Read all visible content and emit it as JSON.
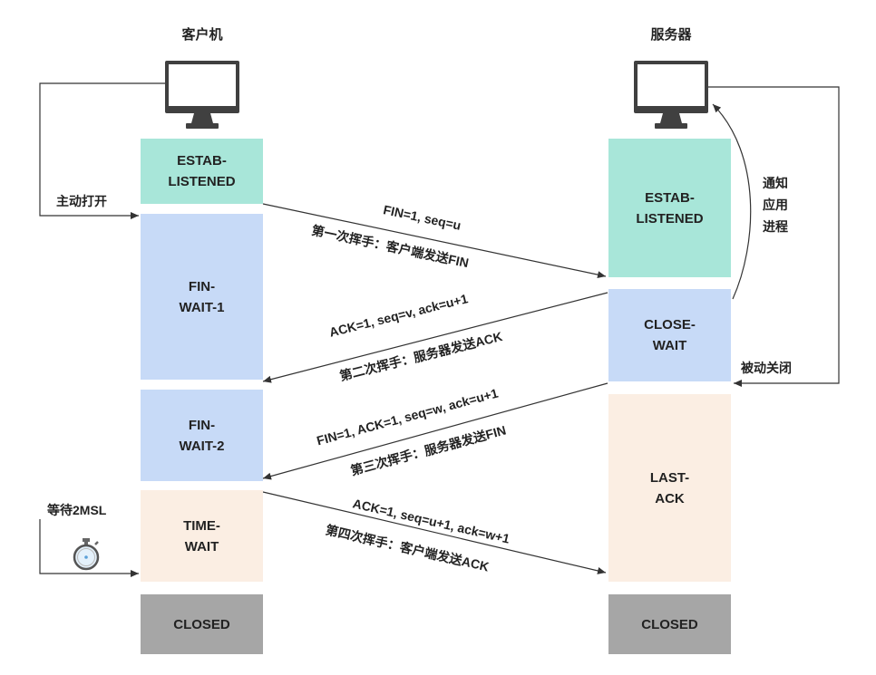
{
  "client": {
    "title": "客户机",
    "states": {
      "established": [
        "ESTAB-",
        "LISTENED"
      ],
      "fin_wait_1": [
        "FIN-",
        "WAIT-1"
      ],
      "fin_wait_2": [
        "FIN-",
        "WAIT-2"
      ],
      "time_wait": [
        "TIME-",
        "WAIT"
      ],
      "closed": [
        "CLOSED"
      ]
    },
    "active_open_label": "主动打开",
    "wait_label": "等待2MSL"
  },
  "server": {
    "title": "服务器",
    "states": {
      "established": [
        "ESTAB-",
        "LISTENED"
      ],
      "close_wait": [
        "CLOSE-",
        "WAIT"
      ],
      "last_ack": [
        "LAST-",
        "ACK"
      ],
      "closed": [
        "CLOSED"
      ]
    },
    "notify_app_label": [
      "通知",
      "应用",
      "进程"
    ],
    "passive_close_label": "被动关闭"
  },
  "messages": [
    {
      "packet": "FIN=1, seq=u",
      "desc": "第一次挥手：客户端发送FIN"
    },
    {
      "packet": "ACK=1, seq=v, ack=u+1",
      "desc": "第二次挥手：服务器发送ACK"
    },
    {
      "packet": "FIN=1, ACK=1, seq=w, ack=u+1",
      "desc": "第三次挥手：服务器发送FIN"
    },
    {
      "packet": "ACK=1, seq=u+1, ack=w+1",
      "desc": "第四次挥手：客户端发送ACK"
    }
  ],
  "colors": {
    "established": "#a8e6d9",
    "fin_wait": "#c7daf7",
    "time_wait": "#fbeee3",
    "closed": "#a6a6a6",
    "line": "#333333"
  }
}
